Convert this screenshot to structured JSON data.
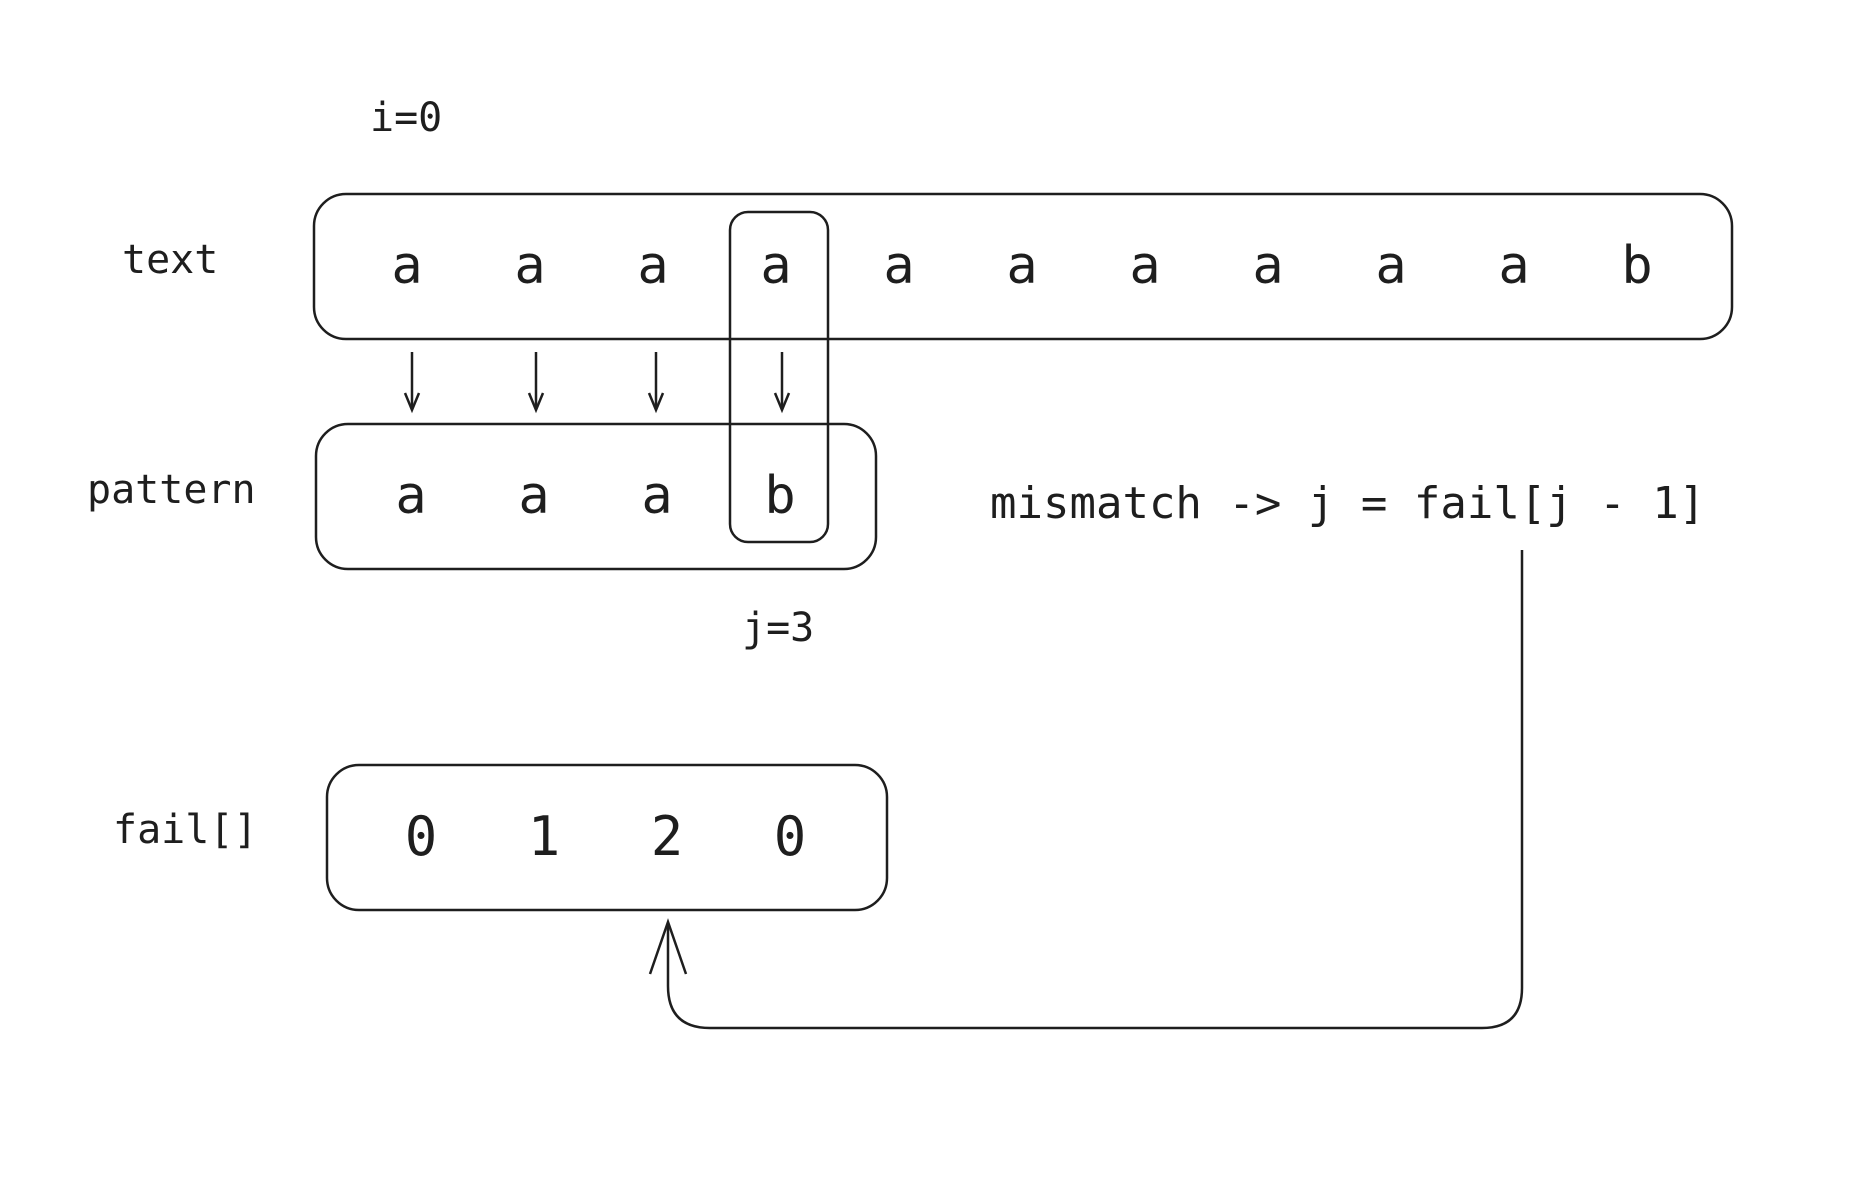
{
  "labels": {
    "i_marker": "i=0",
    "text_row": "text",
    "pattern_row": "pattern",
    "j_marker": "j=3",
    "fail_row": "fail[]",
    "mismatch_note": "mismatch -> j = fail[j - 1]"
  },
  "text_chars": [
    "a",
    "a",
    "a",
    "a",
    "a",
    "a",
    "a",
    "a",
    "a",
    "a",
    "b"
  ],
  "pattern_chars": [
    "a",
    "a",
    "a",
    "b"
  ],
  "fail_values": [
    "0",
    "1",
    "2",
    "0"
  ],
  "highlight": {
    "text_index": 3,
    "pattern_index": 3,
    "fail_index": 2
  },
  "colors": {
    "stroke": "#1e1e1e",
    "background": "#ffffff"
  }
}
